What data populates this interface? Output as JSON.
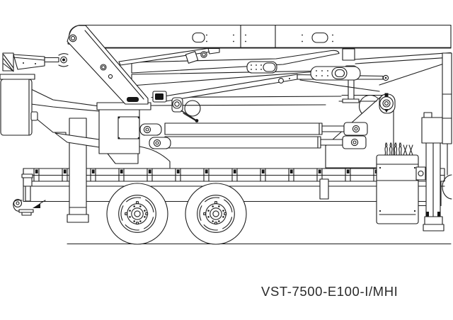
{
  "page": {
    "background": "#ffffff",
    "line_color": "#1d1d1d"
  },
  "title_block": {
    "model_label": "VST-7500-E100-I/MHI"
  },
  "drawing": {
    "view": "side elevation line drawing",
    "subject": "truck-mounted articulated telescopic aerial work platform (stowed for transport)",
    "components": [
      "work-platform-basket",
      "jib-assembly",
      "leveling-cylinder",
      "a-frame-link",
      "telescopic-boom-top-section",
      "telescopic-boom-mid-section",
      "boom-rest-post",
      "turret-with-sheave",
      "lower-boom-sections",
      "lift-cylinder",
      "boom-mount-box",
      "chassis-frame-rails",
      "front-stabilizer-jack",
      "front-outrigger",
      "tandem-wheels",
      "hose-cabinet",
      "rear-outrigger",
      "ground-reference-line"
    ],
    "wheel_count_visible": 2
  }
}
